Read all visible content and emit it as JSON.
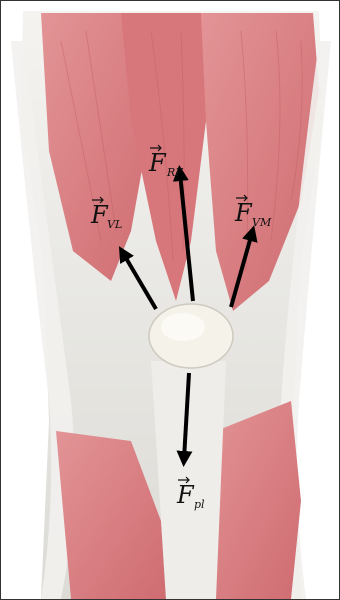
{
  "figure": {
    "colors": {
      "muscle": "#d97c80",
      "muscle_light": "#e8a0a2",
      "tendon": "#ecebe8",
      "patella": "#f3f0e8",
      "arrow": "#000000"
    },
    "vectors": [
      {
        "id": "vl",
        "symbol": "F",
        "subscript": "VL"
      },
      {
        "id": "rf",
        "symbol": "F",
        "subscript": "RF"
      },
      {
        "id": "vm",
        "symbol": "F",
        "subscript": "VM"
      },
      {
        "id": "pl",
        "symbol": "F",
        "subscript": "pl"
      }
    ]
  }
}
